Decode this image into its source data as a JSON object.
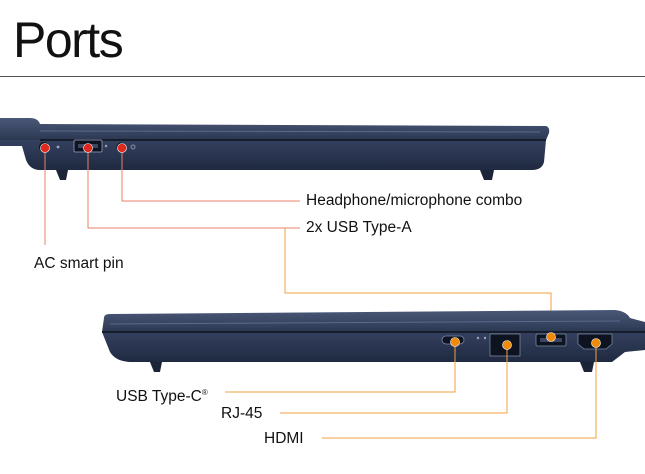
{
  "title": "Ports",
  "left_side_ports": {
    "headphone": "Headphone/microphone combo",
    "usb_a": "2x USB Type-A",
    "ac_pin": "AC smart pin"
  },
  "right_side_ports": {
    "usb_c": "USB Type-C",
    "usb_c_mark": "®",
    "rj45": "RJ-45",
    "hdmi": "HDMI"
  },
  "colors": {
    "chassis": "#2e3a55",
    "chassis_dark": "#1c2438",
    "left_marker": "#e0281e",
    "right_marker": "#f08a0a",
    "left_line": "#e8806a",
    "right_line": "#f0a040"
  }
}
